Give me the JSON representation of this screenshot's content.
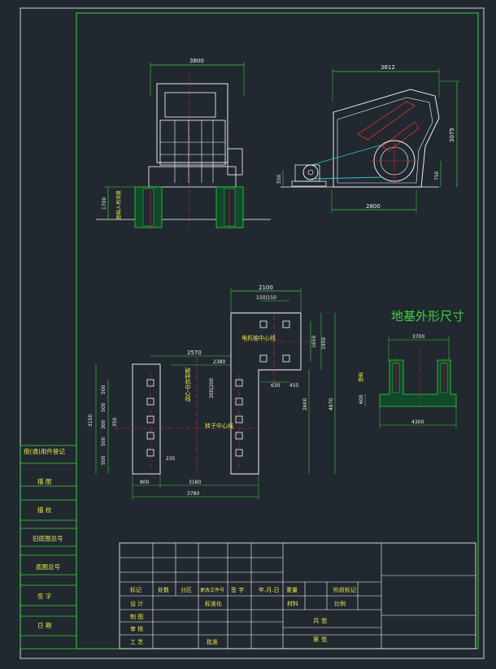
{
  "drawing": {
    "section_title": "地基外形尺寸",
    "side_view": {
      "width_dim": "3800",
      "depth_dim": "1700",
      "depth_note": "基础入地深度"
    },
    "front_view": {
      "width_dim": "3612",
      "height_dim": "3075",
      "lower_dim": "2800",
      "right_small_dim": "750",
      "left_small_dim": "550"
    },
    "plan_view": {
      "top_width": "2100",
      "top_spacing": "150|150",
      "dim_2570": "2570",
      "dim_2380": "2380",
      "dim_200": "200|200",
      "dim_630": "630",
      "dim_455": "455",
      "dim_1650": "1650",
      "dim_1950": "1950",
      "dim_2600": "2600",
      "dim_4870": "4870",
      "dim_3150": "3150",
      "left_dims": [
        "500",
        "500",
        "300",
        "500",
        "500"
      ],
      "left_small": "350",
      "dim_235": "235",
      "bottom_800": "800",
      "bottom_3180": "3180",
      "bottom_3780": "3780",
      "motor_axis_label": "电机轴中心线",
      "rotor_axis_label": "转子中心线",
      "vertical_label": "破碎机中心线"
    },
    "foundation_section": {
      "top_width": "3700",
      "bottom_width": "4300",
      "height_dim": "600",
      "side_label": "基础"
    }
  },
  "left_table": {
    "rows": [
      "借(通)用件登记",
      "描  图",
      "描  校",
      "旧底图总号",
      "底图总号",
      "签  字",
      "日  期"
    ]
  },
  "title_block": {
    "row_labels": [
      "标记",
      "设 计",
      "制 图",
      "审 核",
      "工 艺"
    ],
    "header_cells": [
      "处数",
      "分区",
      "更改文件号",
      "签 字",
      "年.月.日"
    ],
    "weight": "重量",
    "scale_label": "比例",
    "material": "材料",
    "standardization": "标准化",
    "approval": "批准",
    "total_sheets": "共   张",
    "sheet_no": "第   张",
    "stage": "阶段标记"
  }
}
